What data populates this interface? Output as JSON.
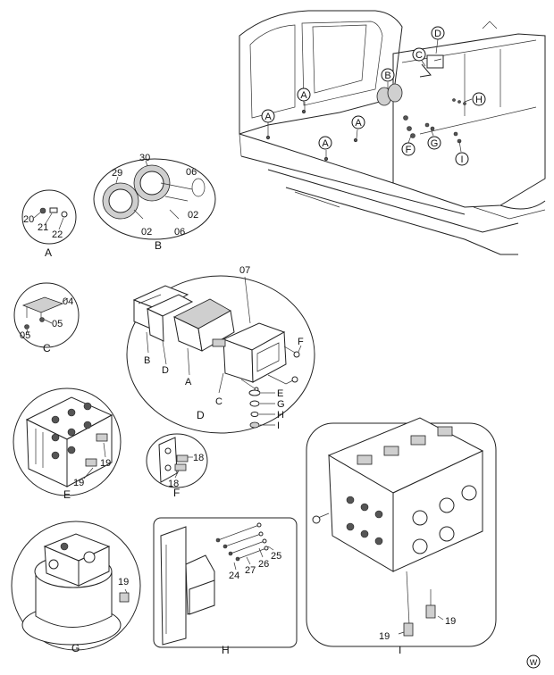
{
  "callouts": [
    "A",
    "A",
    "A",
    "A",
    "B",
    "C",
    "D",
    "H",
    "F",
    "G",
    "I"
  ],
  "details": {
    "A": {
      "caption": "A",
      "parts": [
        "20",
        "21",
        "22"
      ]
    },
    "B": {
      "caption": "B",
      "parts": [
        "29",
        "30",
        "06",
        "02",
        "02",
        "06"
      ]
    },
    "C": {
      "caption": "C",
      "parts": [
        "04",
        "05",
        "05"
      ]
    },
    "D": {
      "caption": "D",
      "assembly": "07",
      "parts": [
        "B",
        "D",
        "A",
        "C",
        "F",
        "E",
        "G",
        "H",
        "I"
      ]
    },
    "E": {
      "caption": "E",
      "parts": [
        "19",
        "19"
      ]
    },
    "F": {
      "caption": "F",
      "parts": [
        "18",
        "18"
      ]
    },
    "G": {
      "caption": "G",
      "parts": [
        "19"
      ]
    },
    "H": {
      "caption": "H",
      "parts": [
        "24",
        "27",
        "26",
        "25"
      ]
    },
    "I": {
      "caption": "I",
      "parts": [
        "19",
        "19"
      ]
    }
  },
  "mark": "W"
}
